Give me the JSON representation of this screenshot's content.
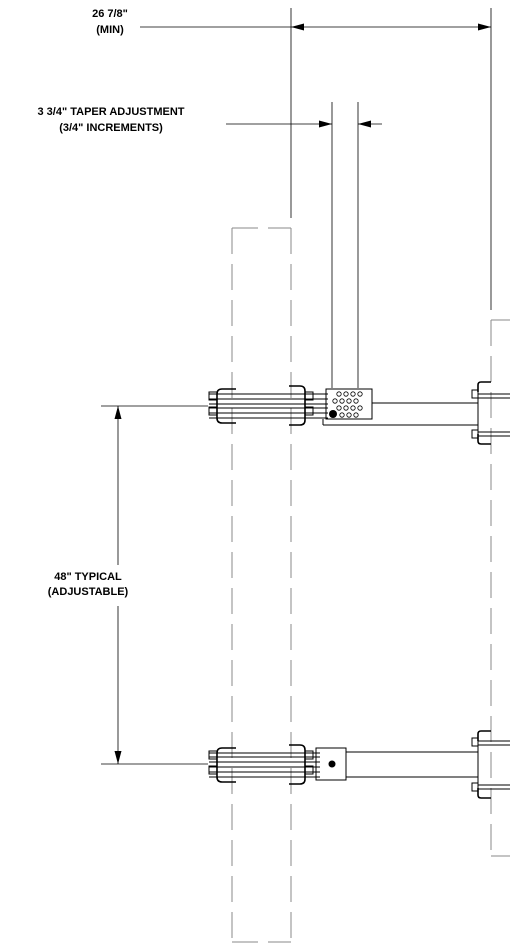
{
  "dimensions": {
    "top_width": {
      "line1": "26 7/8\"",
      "line2": "(MIN)"
    },
    "taper": {
      "line1": "3 3/4\" TAPER ADJUSTMENT",
      "line2": "(3/4\" INCREMENTS)"
    },
    "spacing": {
      "line1": "48\" TYPICAL",
      "line2": "(ADJUSTABLE)"
    }
  },
  "colors": {
    "line": "#000000",
    "hidden_line": "#8a8a8a",
    "background": "#ffffff"
  }
}
